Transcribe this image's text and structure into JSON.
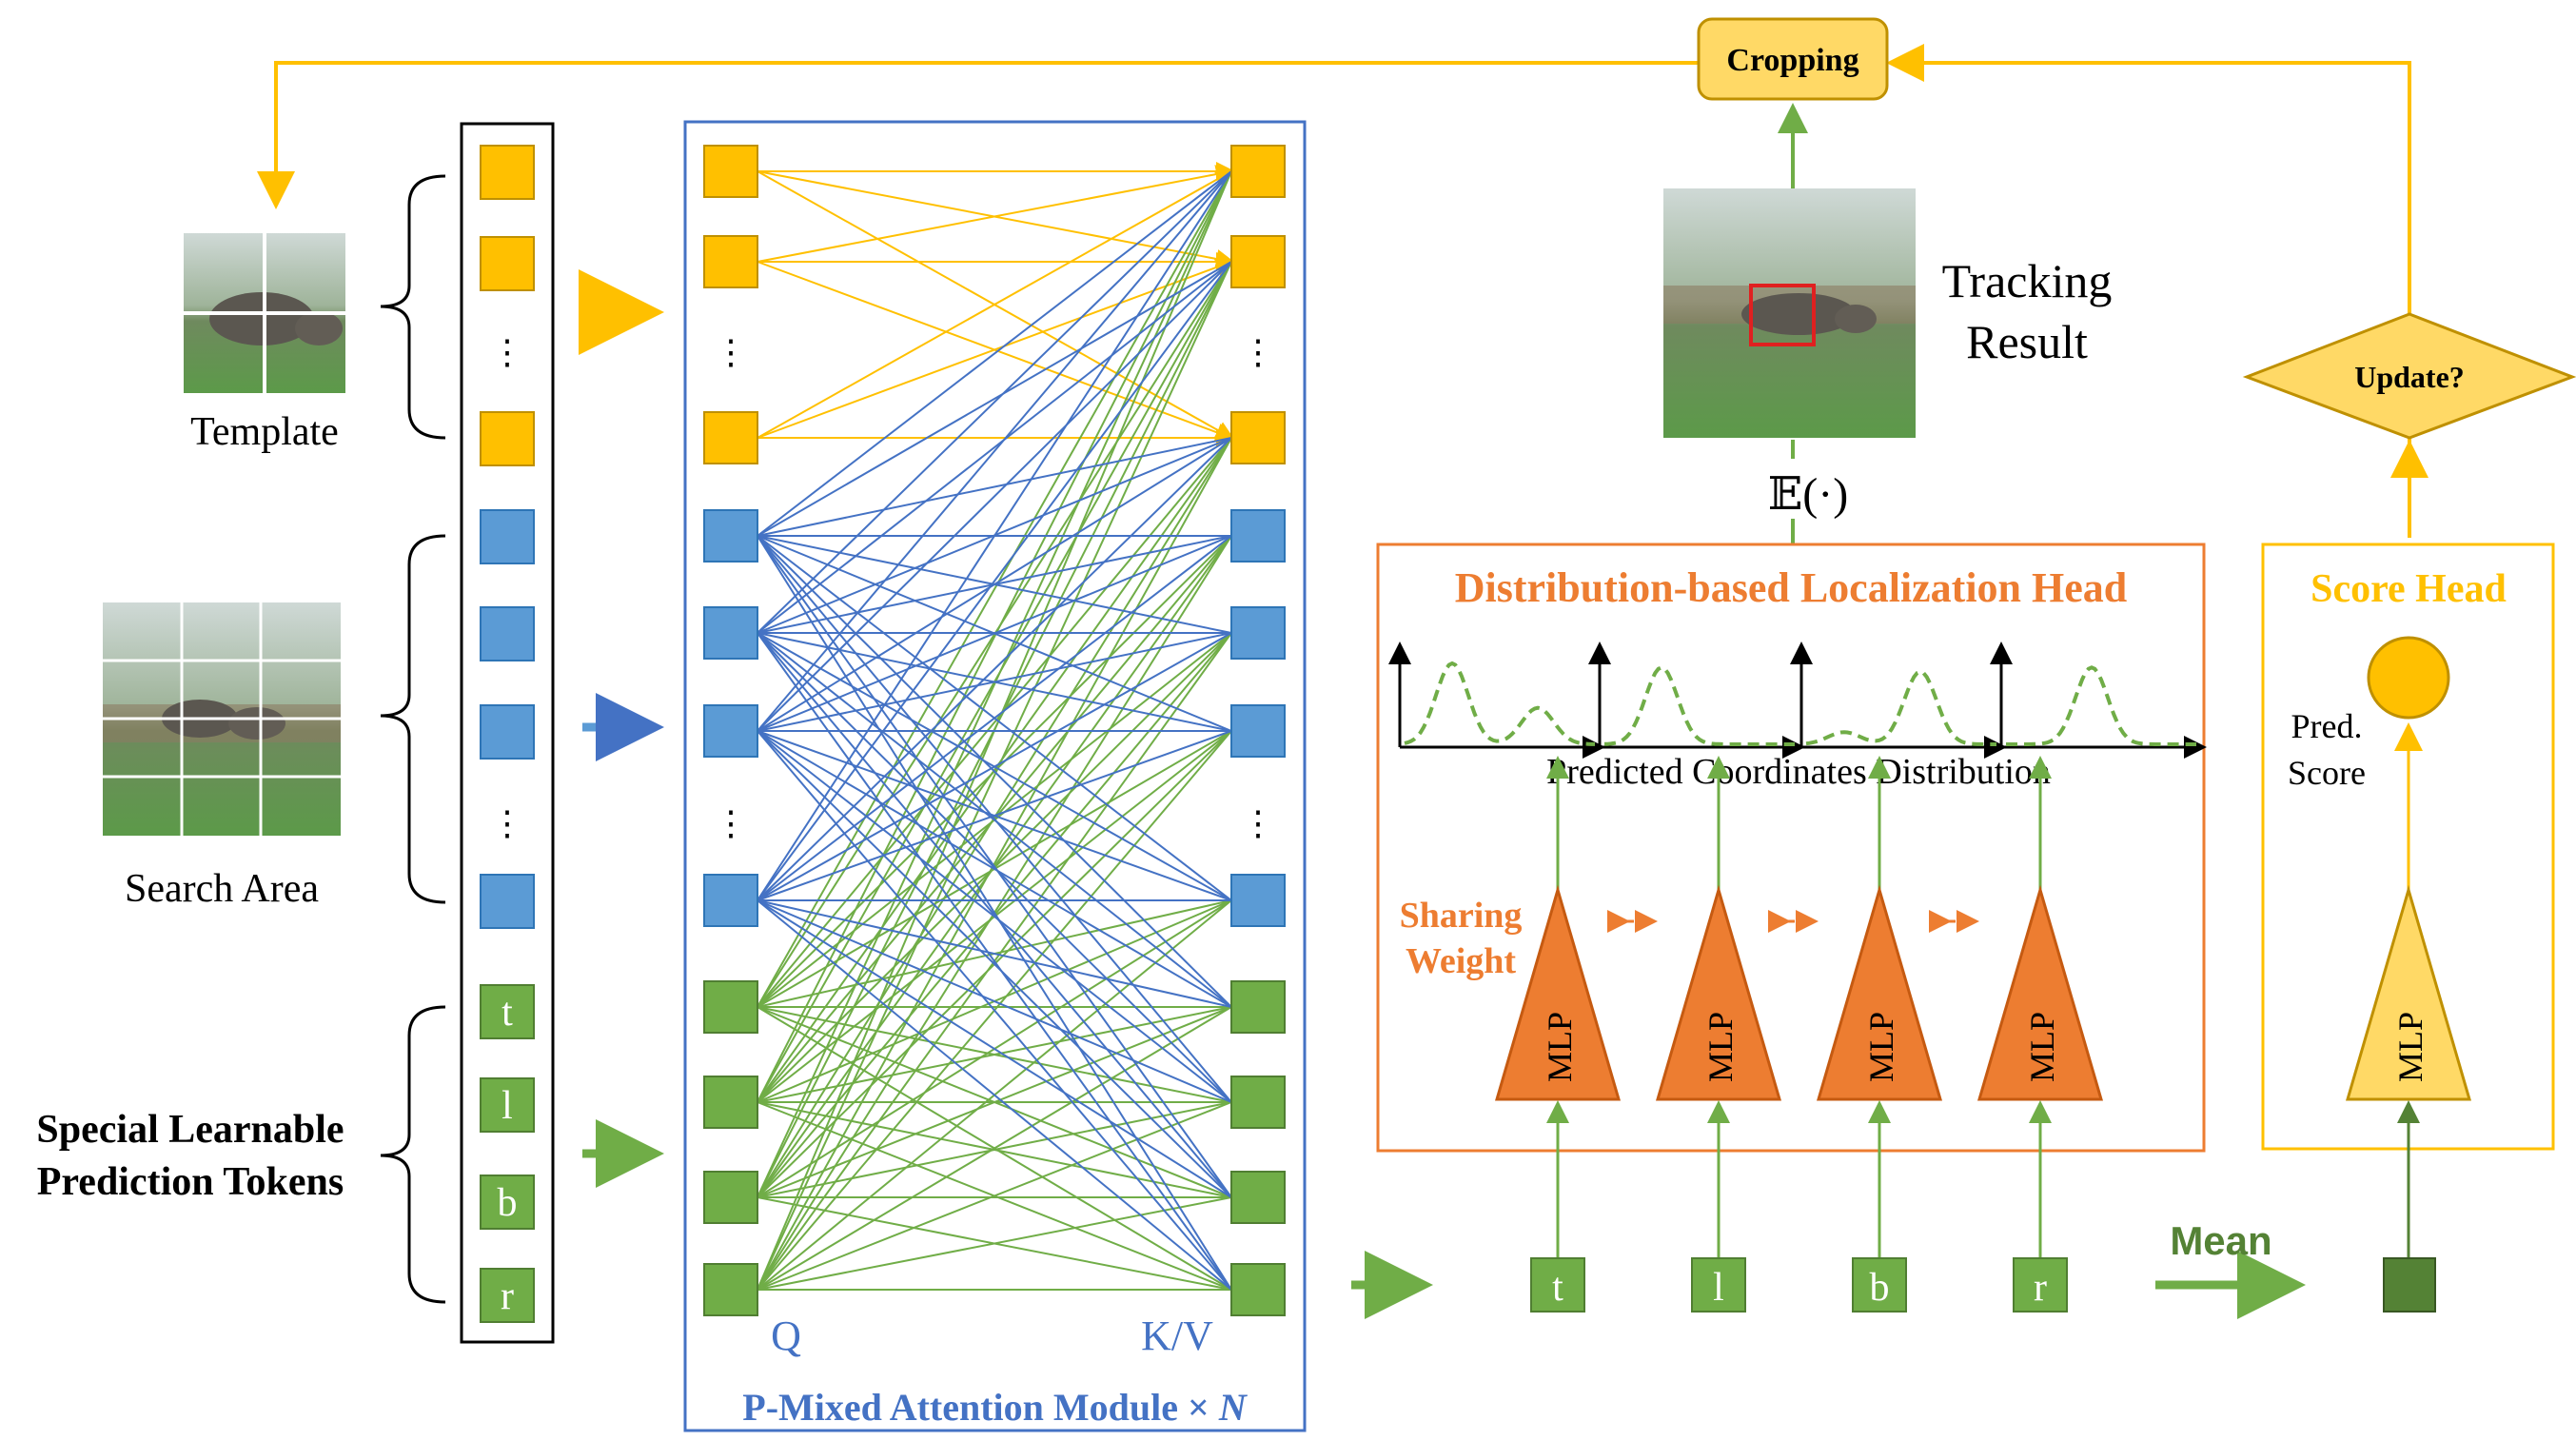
{
  "inputs": {
    "template_label": "Template",
    "search_label": "Search Area",
    "tokens_label_line1": "Special Learnable",
    "tokens_label_line2": "Prediction Tokens",
    "ellipsis": "⋮",
    "token_letters": [
      "t",
      "l",
      "b",
      "r"
    ]
  },
  "attention": {
    "q_label": "Q",
    "kv_label": "K/V",
    "module_label": "P-Mixed Attention Module × ",
    "module_label_n": "N"
  },
  "loc_head": {
    "title": "Distribution-based Localization Head",
    "distribution_label": "Predicted Coordinates Distribution",
    "sharing_line1": "Sharing",
    "sharing_line2": "Weight",
    "mlp_label": "MLP"
  },
  "score_head": {
    "title": "Score Head",
    "pred_line1": "Pred.",
    "pred_line2": "Score",
    "mlp_label": "MLP"
  },
  "top": {
    "cropping": "Cropping",
    "update": "Update?",
    "tracking_line1": "Tracking",
    "tracking_line2": "Result",
    "expectation": "𝔼(·)"
  },
  "output": {
    "token_letters": [
      "t",
      "l",
      "b",
      "r"
    ],
    "mean_label": "Mean"
  },
  "colors": {
    "template_token": "#ffc000",
    "search_token": "#5b9bd5",
    "pred_token": "#70ad47",
    "blue_line": "#4472c4",
    "orange": "#ed7d31",
    "yellow_line": "#ffc000",
    "crop_fill": "#ffd966",
    "mean_token": "#548235"
  }
}
